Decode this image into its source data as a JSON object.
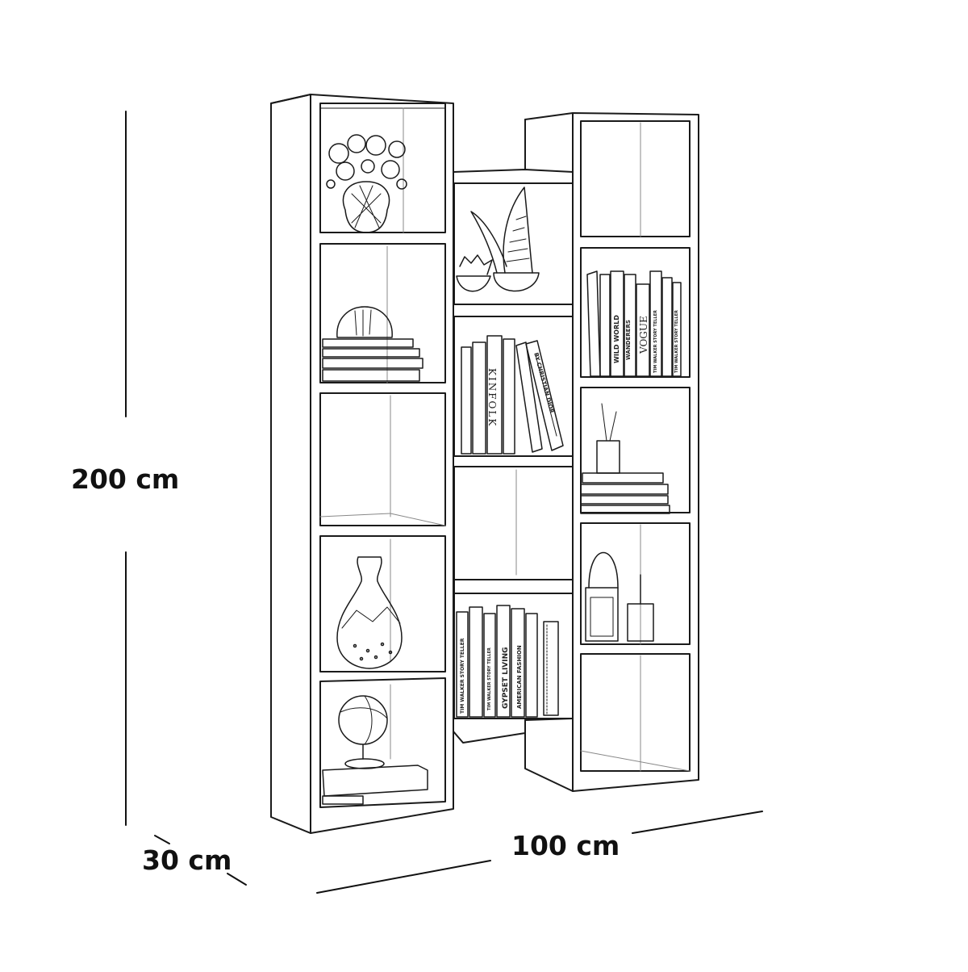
{
  "diagram": {
    "subject": "H-shaped modular bookshelf line drawing",
    "stroke_color": "#1a1a1a",
    "background": "#ffffff",
    "dimensions": {
      "height": {
        "label": "200 cm",
        "value": 200,
        "unit": "cm"
      },
      "width": {
        "label": "100 cm",
        "value": 100,
        "unit": "cm"
      },
      "depth": {
        "label": "30 cm",
        "value": 30,
        "unit": "cm"
      }
    },
    "columns": [
      {
        "name": "left",
        "compartments": 5,
        "items": [
          "flower bouquet in patterned vase",
          "round vase on stacked books",
          "empty",
          "glass vase with stones",
          "globe on books"
        ]
      },
      {
        "name": "middle",
        "compartments": 4,
        "items": [
          "succulent plants in pots",
          "row of books",
          "empty",
          "row of books"
        ]
      },
      {
        "name": "right",
        "compartments": 5,
        "items": [
          "empty",
          "row of books",
          "small vase on stacked books",
          "lantern and bottle",
          "empty"
        ]
      }
    ],
    "book_spines": {
      "middle_upper": [
        "KINFOLK",
        "BY CHRISTIAN DIOR"
      ],
      "right_upper": [
        "WILD WORLD",
        "WANDERERS",
        "VOGUE",
        "TIM WALKER STORY TELLER",
        "TIM WALKER STORY TELLER"
      ],
      "middle_lower": [
        "TIM WALKER STORY TELLER",
        "TIM WALKER STORY TELLER",
        "GYPSET LIVING",
        "AMERICAN FASHION"
      ]
    }
  }
}
